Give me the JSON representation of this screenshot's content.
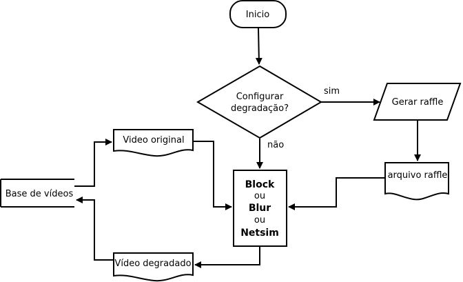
{
  "nodes": {
    "inicio": "Inicio",
    "decision": {
      "line1": "Configurar",
      "line2": "degradação?"
    },
    "gerar_raffle": "Gerar raffle",
    "arquivo_raffle": "arquivo raffle",
    "video_original": "Video original",
    "base_videos": "Base de vídeos",
    "video_degradado": "Vídeo degradado",
    "process": {
      "opt1": "Block",
      "or1": "ou",
      "opt2": "Blur",
      "or2": "ou",
      "opt3": "Netsim"
    }
  },
  "edges": {
    "sim": "sim",
    "nao": "não"
  }
}
